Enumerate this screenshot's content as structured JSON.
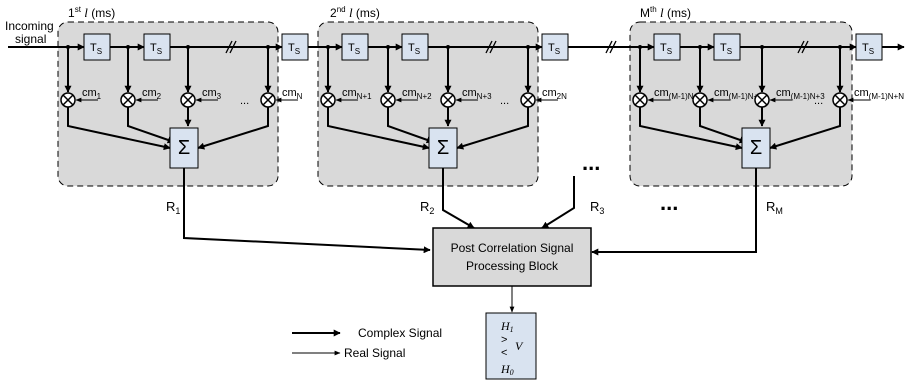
{
  "input_label_line1": "Incoming",
  "input_label_line2": "signal",
  "group1": {
    "title_prefix": "1",
    "title_sup": "st",
    "title_l": "l",
    "title_unit": "(ms)",
    "coeffs": [
      {
        "base": "cm",
        "sub": "1"
      },
      {
        "base": "cm",
        "sub": "2"
      },
      {
        "base": "cm",
        "sub": "3"
      },
      {
        "base": "cm",
        "sub": "N"
      }
    ],
    "output": {
      "base": "R",
      "sub": "1"
    }
  },
  "group2": {
    "title_prefix": "2",
    "title_sup": "nd",
    "title_l": "l",
    "title_unit": "(ms)",
    "coeffs": [
      {
        "base": "cm",
        "sub": "N+1"
      },
      {
        "base": "cm",
        "sub": "N+2"
      },
      {
        "base": "cm",
        "sub": "N+3"
      },
      {
        "base": "cm",
        "sub": "2N"
      }
    ],
    "output": {
      "base": "R",
      "sub": "2"
    }
  },
  "group3": {
    "title_prefix": "M",
    "title_sup": "th",
    "title_l": "l",
    "title_unit": "(ms)",
    "coeffs": [
      {
        "base": "cm",
        "sub": "(M-1)N+1"
      },
      {
        "base": "cm",
        "sub": "(M-1)N+2"
      },
      {
        "base": "cm",
        "sub": "(M-1)N+3"
      },
      {
        "base": "cm",
        "sub": "(M-1)N+N"
      }
    ],
    "output": {
      "base": "R",
      "sub": "M"
    }
  },
  "delay_label": {
    "base": "T",
    "sub": "S"
  },
  "sum_symbol": "Σ",
  "ellipsis_small": "...",
  "ellipsis_large": "...",
  "extra_output": {
    "base": "R",
    "sub": "3"
  },
  "post_block": {
    "line1": "Post Correlation Signal",
    "line2": "Processing Block"
  },
  "decision": {
    "h1": "H",
    "h1_sub": "1",
    "gt": ">",
    "lt": "<",
    "v": "V",
    "h0": "H",
    "h0_sub": "0"
  },
  "legend": {
    "complex": "Complex Signal",
    "real": "Real Signal"
  },
  "colors": {
    "group_fill": "#d9d9d9",
    "block_fill": "#d9e3f0",
    "post_fill": "#d9d9d9",
    "line": "#000000"
  }
}
